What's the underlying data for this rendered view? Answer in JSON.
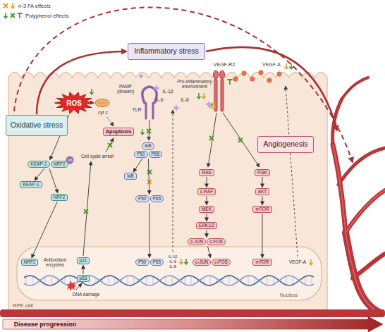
{
  "diagram": {
    "nodes": [
      {
        "text": [
          "Inflammatory stress"
        ]
      },
      {
        "text": [
          "Oxidative stress"
        ]
      },
      {
        "text": [
          "Angiogenesis"
        ]
      },
      {
        "text": [
          "RPE cell"
        ]
      },
      {
        "text": [
          "ROS"
        ],
        "in": 3
      },
      {
        "text": [
          "Apoptosis"
        ],
        "in": 3
      },
      {
        "text": [
          "KEAP-1",
          "NRF2"
        ],
        "in": 3
      },
      {
        "text": [
          "KEAP-1"
        ],
        "in": 3
      },
      {
        "text": [
          "NRF2"
        ],
        "in": 3
      },
      {
        "text": [
          "IκB",
          "P50",
          "P65"
        ],
        "in": 3
      },
      {
        "text": [
          "IκB"
        ],
        "in": 3
      },
      {
        "text": [
          "P50",
          "P65"
        ],
        "in": 3
      },
      {
        "text": [
          "RAS"
        ],
        "in": 3
      },
      {
        "text": [
          "c-RAF"
        ],
        "in": 3
      },
      {
        "text": [
          "MEK"
        ],
        "in": 3
      },
      {
        "text": [
          "ERK1/2"
        ],
        "in": 3
      },
      {
        "text": [
          "c-JUN",
          "c-FOS"
        ],
        "in": 3
      },
      {
        "text": [
          "PI3K"
        ],
        "in": 3
      },
      {
        "text": [
          "AKT"
        ],
        "in": 3
      },
      {
        "text": [
          "mTOR"
        ],
        "in": 3
      },
      {
        "text": [
          "Nucleus"
        ],
        "in": 3
      },
      {
        "text": [
          "NRF2"
        ],
        "in": 20
      },
      {
        "text": [
          "p21"
        ],
        "in": 20
      },
      {
        "text": [
          "p53"
        ],
        "in": 20
      },
      {
        "text": [
          "P50",
          "P65"
        ],
        "in": 20
      },
      {
        "text": [
          "c-JUN",
          "c-FOS"
        ],
        "in": 20
      },
      {
        "text": [
          "mTOR"
        ],
        "in": 20
      }
    ],
    "edges": [
      {
        "from": 1,
        "to": 0,
        "arrow": "to"
      },
      {
        "from": 4,
        "to": 6,
        "arrow": "to"
      },
      {
        "from": 6,
        "to": 7,
        "arrow": "to"
      },
      {
        "from": 6,
        "to": 8,
        "arrow": "to"
      },
      {
        "from": 8,
        "to": 21,
        "arrow": "to"
      },
      {
        "from": 23,
        "to": 22,
        "arrow": "to"
      },
      {
        "from": 9,
        "to": 10,
        "arrow": "to"
      },
      {
        "from": 9,
        "to": 11,
        "arrow": "to"
      },
      {
        "from": 11,
        "to": 24,
        "arrow": "to"
      },
      {
        "from": 12,
        "to": 13,
        "arrow": "to"
      },
      {
        "from": 13,
        "to": 14,
        "arrow": "to"
      },
      {
        "from": 14,
        "to": 15,
        "arrow": "to"
      },
      {
        "from": 15,
        "to": 16,
        "arrow": "to"
      },
      {
        "from": 16,
        "to": 25,
        "arrow": "to"
      },
      {
        "from": 17,
        "to": 18,
        "arrow": "to"
      },
      {
        "from": 18,
        "to": 19,
        "arrow": "to"
      },
      {
        "from": 19,
        "to": 26,
        "arrow": "to"
      }
    ],
    "labels": [
      "PAMP (drusen)",
      "TLR",
      "Pro-inflammatory environment",
      "IL-1β",
      "IL-6",
      "IL-8",
      "VEGF-R2",
      "P",
      "VEGF-A",
      "cyt c",
      "Ub",
      "Cell cycle arrest",
      "Antioxidant enzymes",
      "DNA damage",
      "IL-1β",
      "IL-6",
      "IL-8",
      "VEGF-A",
      "Disease progression"
    ],
    "legend": [
      {
        "text": "n-3 FA effects"
      },
      {
        "text": "Polyphenol effects"
      }
    ]
  }
}
